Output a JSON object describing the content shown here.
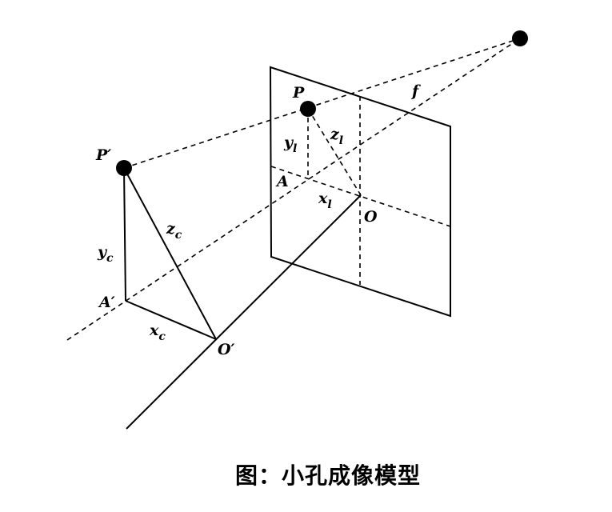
{
  "caption": "图：小孔成像模型",
  "labels": {
    "P": "P",
    "P_prime": "P′",
    "A": "A",
    "A_prime": "A′",
    "O": "O",
    "O_prime": "O′",
    "f": "f",
    "y": "y",
    "z": "z",
    "x": "x",
    "sub_l": "l",
    "sub_c": "c"
  },
  "colors": {
    "stroke": "#000000",
    "background": "#ffffff"
  }
}
